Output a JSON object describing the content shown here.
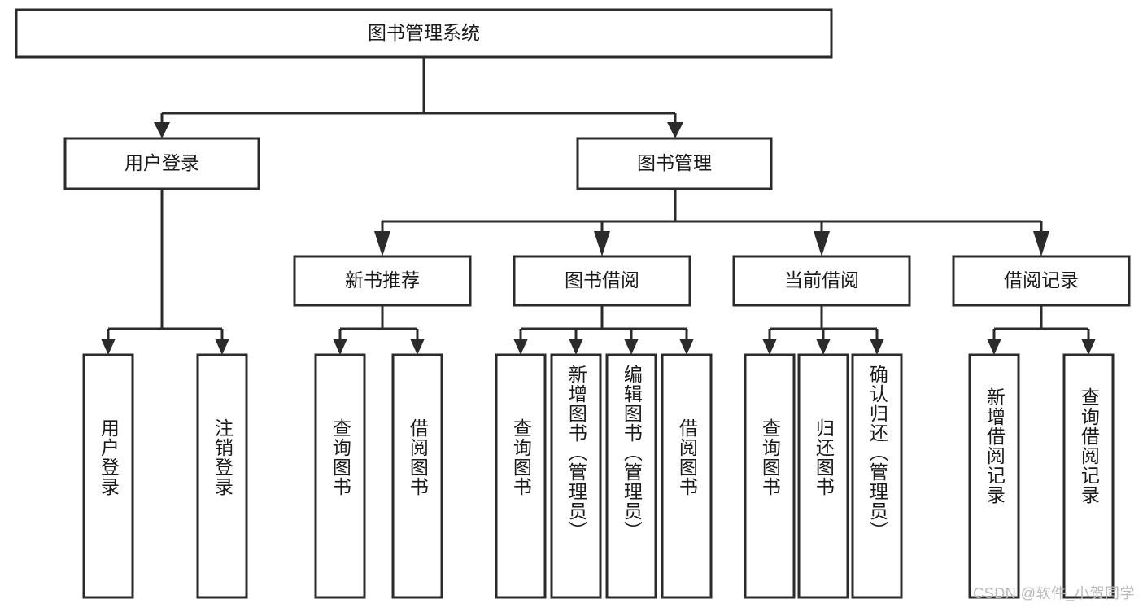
{
  "diagram": {
    "title_node": {
      "label": "图书管理系统"
    },
    "level2": [
      {
        "id": "user-login",
        "label": "用户登录"
      },
      {
        "id": "book-management",
        "label": "图书管理"
      }
    ],
    "level3": [
      {
        "id": "new-book-recommend",
        "label": "新书推荐"
      },
      {
        "id": "book-borrow",
        "label": "图书借阅"
      },
      {
        "id": "current-borrow",
        "label": "当前借阅"
      },
      {
        "id": "borrow-record",
        "label": "借阅记录"
      }
    ],
    "leaves": [
      {
        "id": "leaf-user-login",
        "label": "用户登录",
        "parent": "user-login"
      },
      {
        "id": "leaf-logout-login",
        "label": "注销登录",
        "parent": "user-login"
      },
      {
        "id": "leaf-query-book-1",
        "label": "查询图书",
        "parent": "new-book-recommend"
      },
      {
        "id": "leaf-borrow-book-1",
        "label": "借阅图书",
        "parent": "new-book-recommend"
      },
      {
        "id": "leaf-query-book-2",
        "label": "查询图书",
        "parent": "book-borrow"
      },
      {
        "id": "leaf-add-book",
        "label": "新增图书（管理员）",
        "parent": "book-borrow"
      },
      {
        "id": "leaf-edit-book",
        "label": "编辑图书（管理员）",
        "parent": "book-borrow"
      },
      {
        "id": "leaf-borrow-book-2",
        "label": "借阅图书",
        "parent": "book-borrow"
      },
      {
        "id": "leaf-query-book-3",
        "label": "查询图书",
        "parent": "current-borrow"
      },
      {
        "id": "leaf-return-book",
        "label": "归还图书",
        "parent": "current-borrow"
      },
      {
        "id": "leaf-confirm-return",
        "label": "确认归还（管理员）",
        "parent": "current-borrow"
      },
      {
        "id": "leaf-add-record",
        "label": "新增借阅记录",
        "parent": "borrow-record"
      },
      {
        "id": "leaf-query-record",
        "label": "查询借阅记录",
        "parent": "borrow-record"
      }
    ],
    "watermark": "CSDN @软件_小贺同学",
    "colors": {
      "stroke": "#2b2b2b",
      "fill": "#ffffff",
      "text": "#1a1a1a",
      "watermark": "#b9b9b9",
      "background": "#ffffff"
    }
  }
}
